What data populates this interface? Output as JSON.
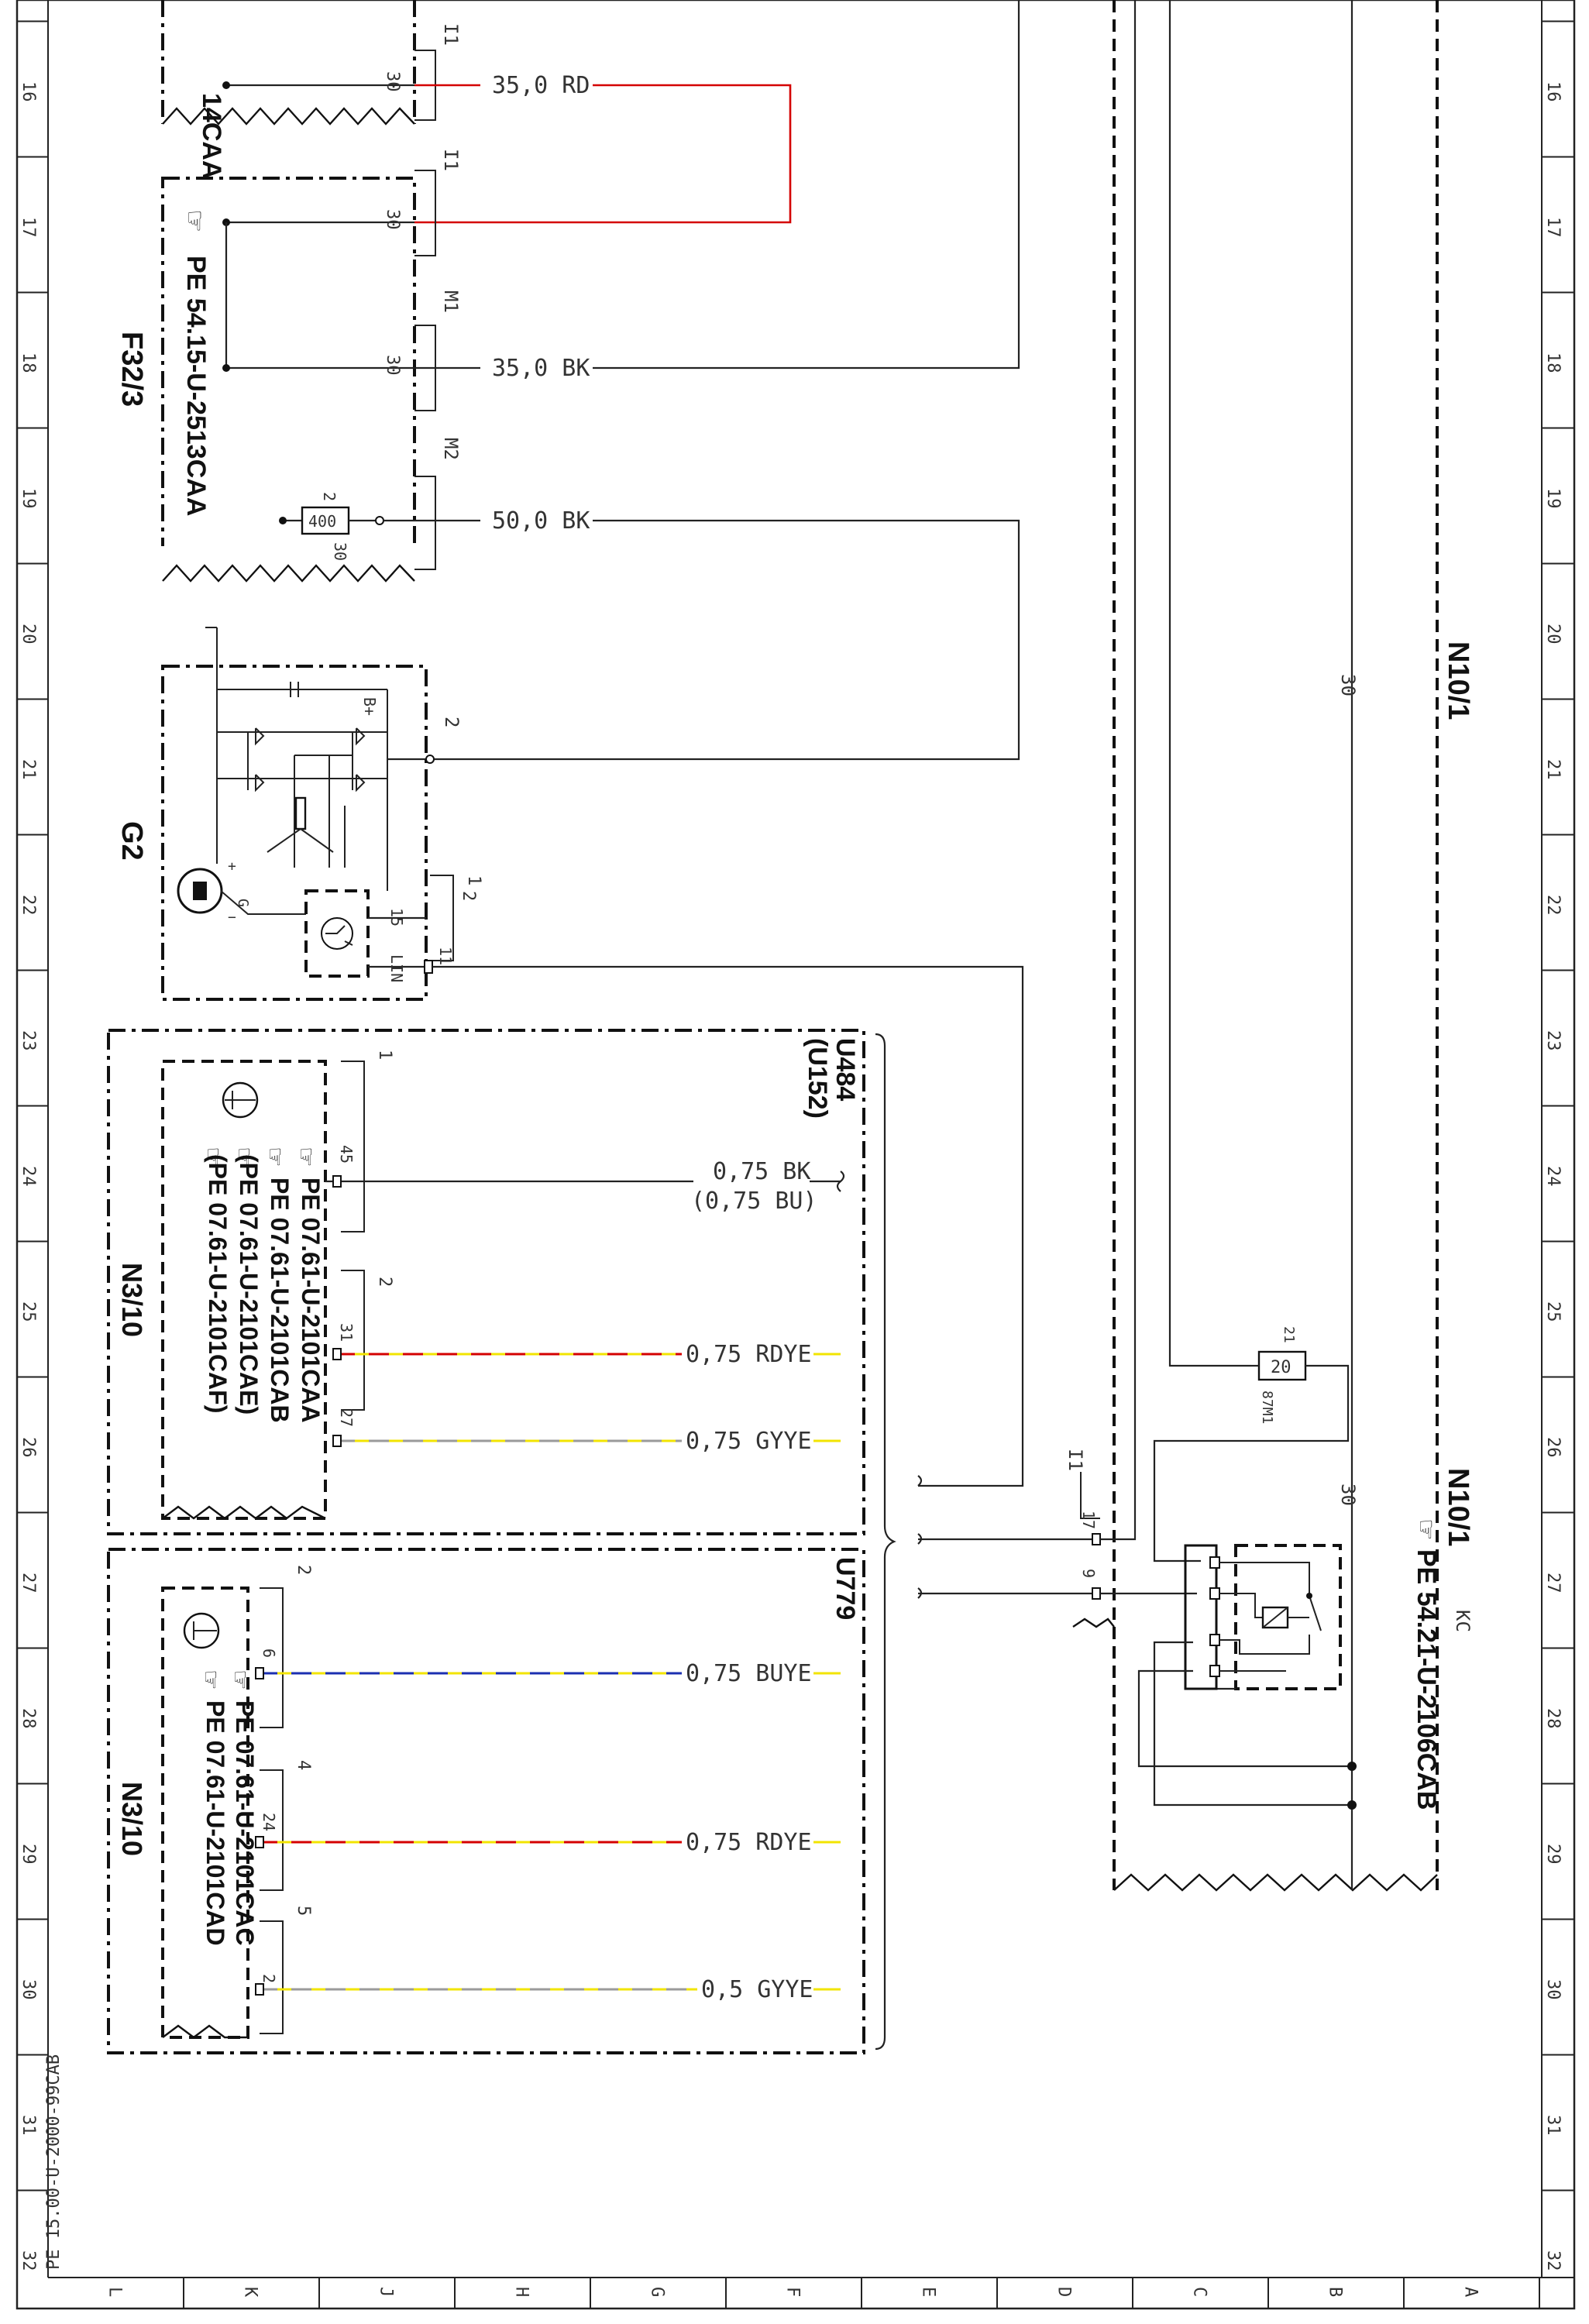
{
  "colors": {
    "red": "#d40000",
    "yellow": "#f2e400",
    "blue": "#1b2fb0",
    "grey": "#9a9a9a",
    "black": "#222222"
  },
  "grid": {
    "rows": [
      "16",
      "17",
      "18",
      "19",
      "20",
      "21",
      "22",
      "23",
      "24",
      "25",
      "26",
      "27",
      "28",
      "29",
      "30",
      "31",
      "32"
    ],
    "cols": [
      "L",
      "K",
      "J",
      "H",
      "G",
      "F",
      "E",
      "D",
      "C",
      "B",
      "A"
    ]
  },
  "document_ref": "PE 15.00-U-2000-99CAB",
  "components": {
    "f14_fragment": {
      "label": "14CAA"
    },
    "f32": {
      "id": "F32/3",
      "doc": "PE 54.15-U-2513CAA",
      "fuse_value": "400"
    },
    "g2": {
      "id": "G2"
    },
    "n3_top": {
      "id": "N3/10",
      "doc_lines": [
        "PE 07.61-U-2101CAA",
        "PE 07.61-U-2101CAB",
        "(PE 07.61-U-2101CAE)",
        "(PE 07.61-U-2101CAF)"
      ]
    },
    "n3_bottom": {
      "id": "N3/10",
      "doc_lines": [
        "PE 07.61-U-2101CAC",
        "PE 07.61-U-2101CAD"
      ]
    },
    "n10": {
      "id": "N10/1",
      "id2": "N10/1",
      "doc": "PE 54.21-U-2106CAB",
      "sub": "KC",
      "fuse_value": "20",
      "fuse_pin1": "21",
      "fuse_pin2": "87M1"
    },
    "group_u484": {
      "line1": "U484",
      "line2": "(U152)"
    },
    "group_u779": {
      "line1": "U779"
    }
  },
  "connectors": {
    "I1": "I1",
    "M1": "M1",
    "M2": "M2"
  },
  "pins": {
    "p30": "30",
    "p2": "2",
    "p1": "1",
    "p15": "15",
    "pLIN": "LIN",
    "p11": "11",
    "p45": "45",
    "p31": "31",
    "p27": "27",
    "p6": "6",
    "p24": "24",
    "p2b": "2",
    "p17": "17",
    "p9": "9",
    "p4": "4",
    "p5": "5",
    "pBplus": "B+",
    "pG": "G",
    "pPlus": "+",
    "pMinus": "−"
  },
  "wires": {
    "w1": "35,0 RD",
    "w2": "35,0 BK",
    "w3": "50,0 BK",
    "w4": "0,75 BK",
    "w4b": "(0,75 BU)",
    "w5": "0,75 RDYE",
    "w6": "0,75 GYYE",
    "w7": "0,75 BUYE",
    "w8": "0,75 RDYE",
    "w9": "0,5 GYYE",
    "w30a": "30",
    "w30b": "30"
  }
}
